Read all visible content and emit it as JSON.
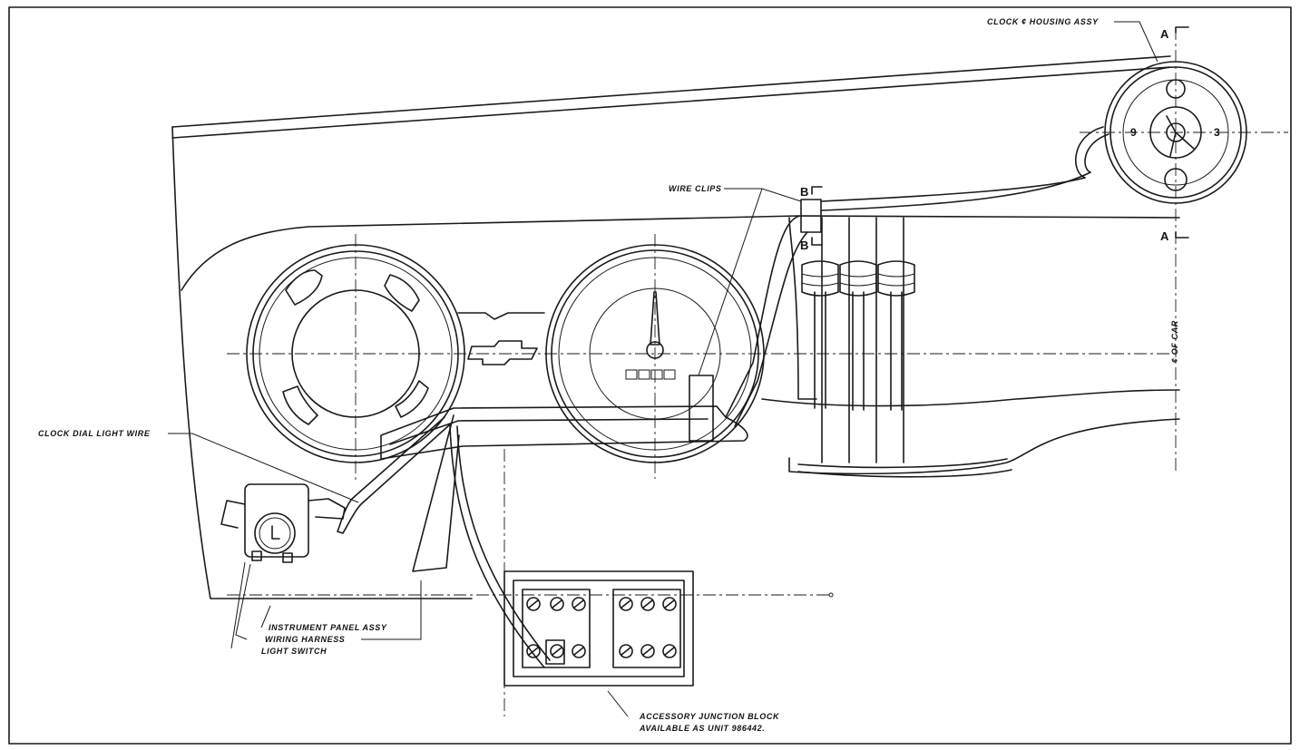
{
  "labels": {
    "clock_housing": "CLOCK ¢ HOUSING ASSY",
    "wire_clips": "WIRE CLIPS",
    "clock_dial_light_wire": "CLOCK DIAL LIGHT WIRE",
    "instrument_panel": "INSTRUMENT PANEL ASSY",
    "wiring_harness": "WIRING HARNESS",
    "light_switch": "LIGHT SWITCH",
    "junction_block_1": "ACCESSORY  JUNCTION BLOCK",
    "junction_block_2": "AVAILABLE AS UNIT 986442.",
    "centerline_of_car": "¢ OF CAR"
  },
  "section_marks": {
    "a_top": "A",
    "a_bottom": "A",
    "b_top": "B",
    "b_bottom": "B"
  },
  "clock_numbers": {
    "left": "9",
    "right": "3"
  }
}
